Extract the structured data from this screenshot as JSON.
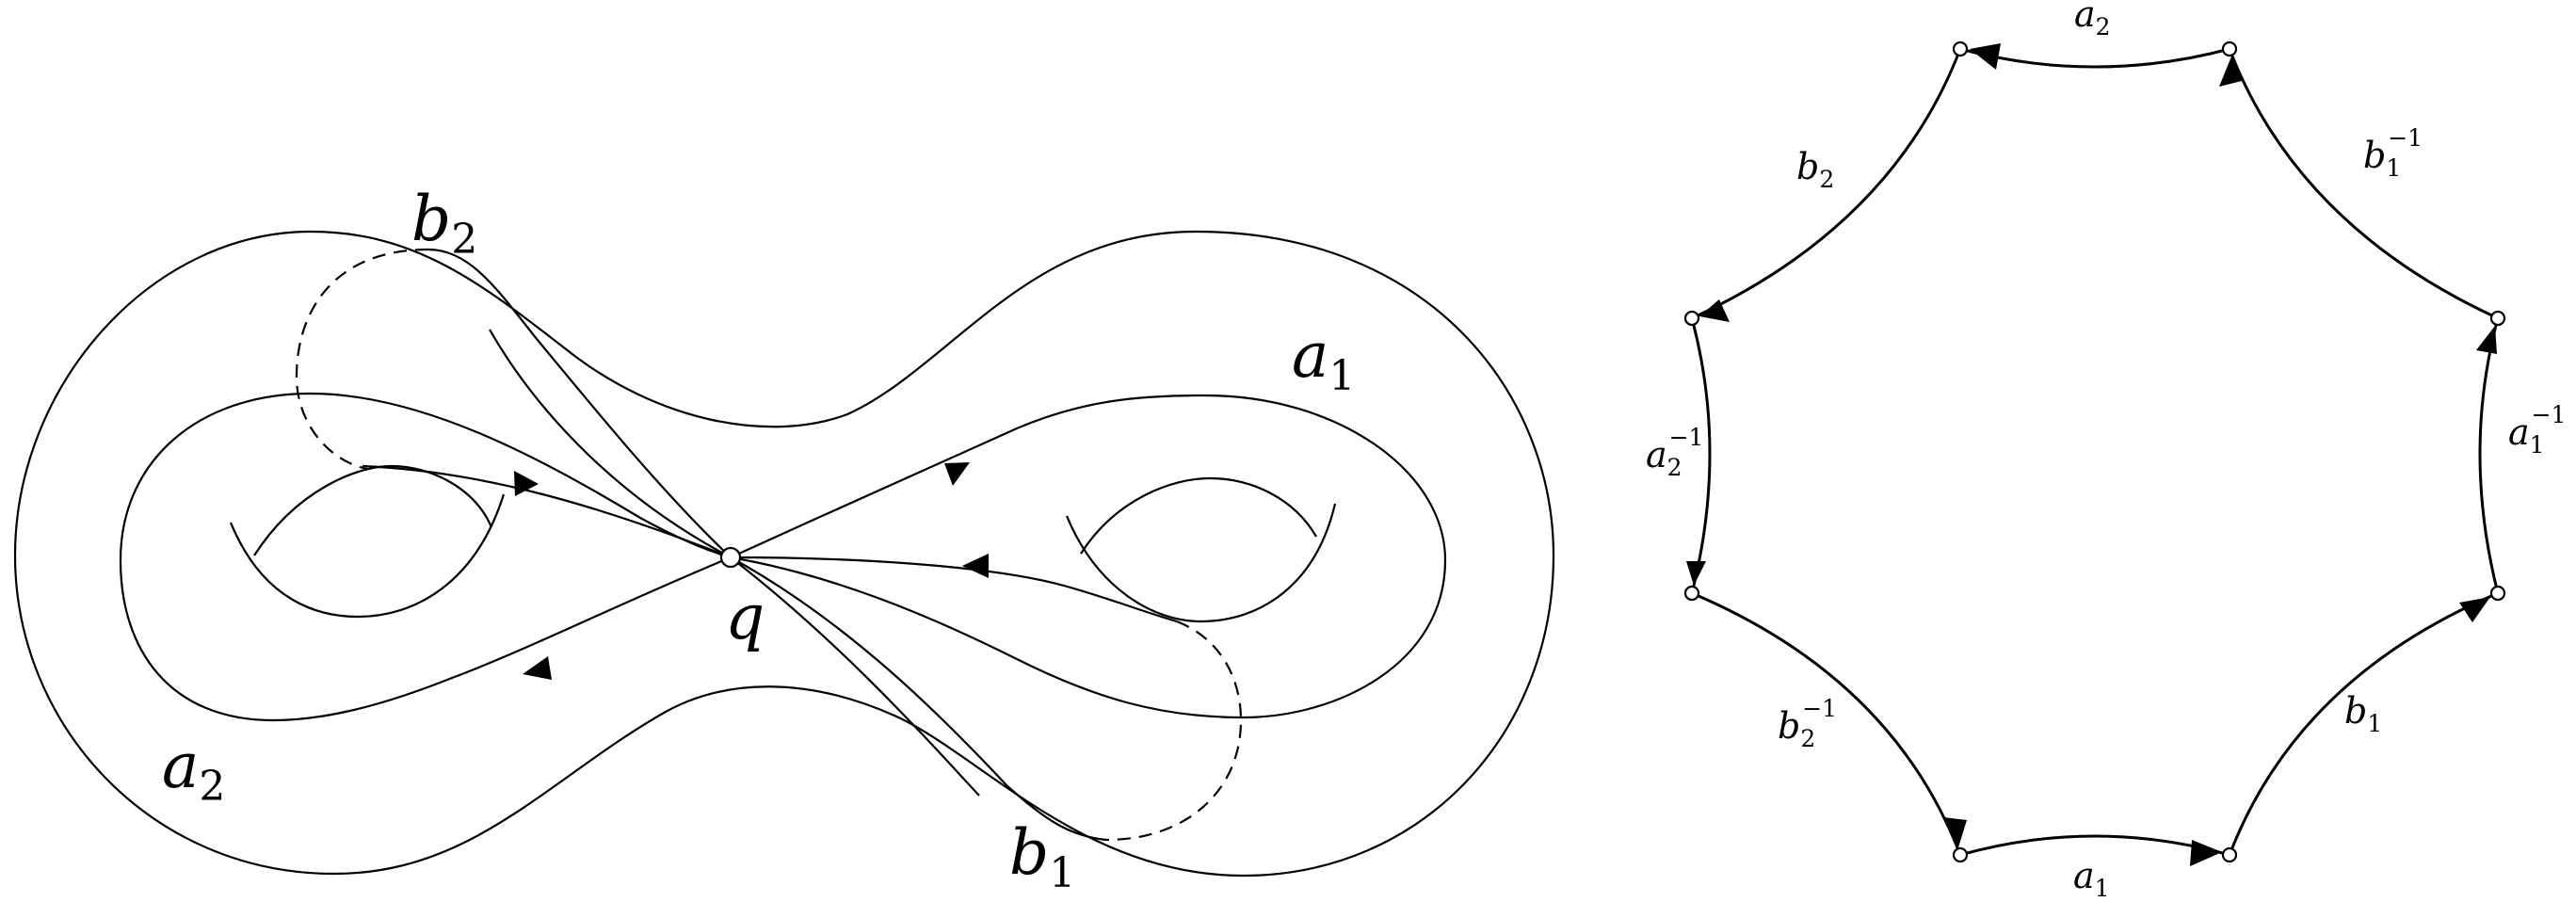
{
  "surface": {
    "basepoint": "q",
    "labels": [
      {
        "id": "a1",
        "base": "a",
        "sub": "1"
      },
      {
        "id": "a2",
        "base": "a",
        "sub": "2"
      },
      {
        "id": "b1",
        "base": "b",
        "sub": "1"
      },
      {
        "id": "b2",
        "base": "b",
        "sub": "2"
      }
    ]
  },
  "octagon": {
    "edges": [
      {
        "id": "top",
        "base": "a",
        "sub": "2",
        "sup": ""
      },
      {
        "id": "upper-right",
        "base": "b",
        "sub": "1",
        "sup": "−1"
      },
      {
        "id": "right",
        "base": "a",
        "sub": "1",
        "sup": "−1"
      },
      {
        "id": "lower-right",
        "base": "b",
        "sub": "1",
        "sup": ""
      },
      {
        "id": "bottom",
        "base": "a",
        "sub": "1",
        "sup": ""
      },
      {
        "id": "lower-left",
        "base": "b",
        "sub": "2",
        "sup": "−1"
      },
      {
        "id": "left",
        "base": "a",
        "sub": "2",
        "sup": "−1"
      },
      {
        "id": "upper-left",
        "base": "b",
        "sub": "2",
        "sup": ""
      }
    ]
  }
}
